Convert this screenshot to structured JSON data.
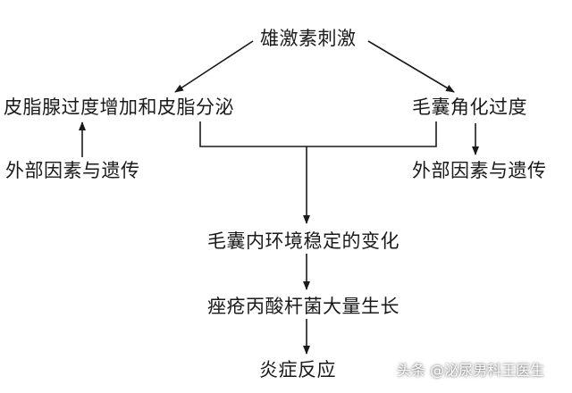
{
  "diagram": {
    "nodes": {
      "trigger": "雄激素刺激",
      "sebum": "皮脂腺过度增加和皮脂分泌",
      "keratinization": "毛囊角化过度",
      "left_factor": "外部因素与遗传",
      "right_factor": "外部因素与遗传",
      "environment": "毛囊内环境稳定的变化",
      "bacteria": "痤疮丙酸杆菌大量生长",
      "inflammation": "炎症反应"
    },
    "edges": [
      [
        "trigger",
        "sebum"
      ],
      [
        "trigger",
        "keratinization"
      ],
      [
        "left_factor",
        "sebum"
      ],
      [
        "keratinization",
        "right_factor"
      ],
      [
        "sebum",
        "environment"
      ],
      [
        "keratinization",
        "environment"
      ],
      [
        "environment",
        "bacteria"
      ],
      [
        "bacteria",
        "inflammation"
      ]
    ]
  },
  "watermark": "头条 @泌尿男科王医生",
  "colors": {
    "line": "#1a1a1a",
    "text": "#1a1a1a",
    "background": "#ffffff"
  }
}
